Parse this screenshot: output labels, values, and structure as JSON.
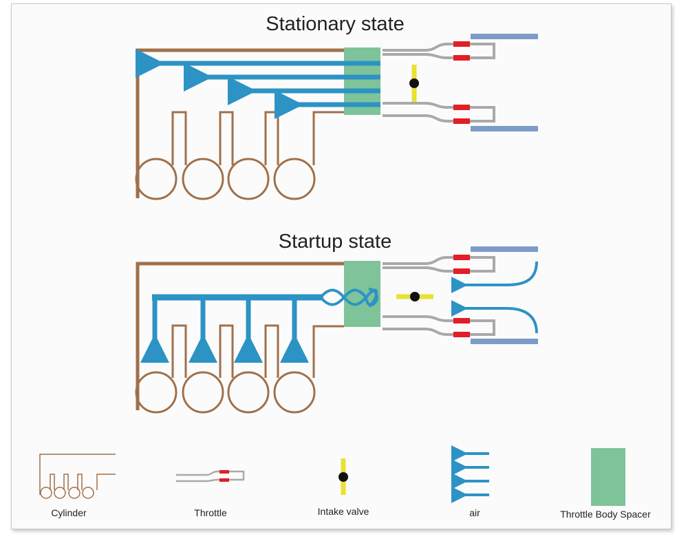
{
  "titles": {
    "stationary": "Stationary state",
    "startup": "Startup state"
  },
  "legend": {
    "cylinder": "Cylinder",
    "throttle": "Throttle",
    "intake_valve": "Intake valve",
    "air": "air",
    "spacer": "Throttle Body Spacer"
  },
  "colors": {
    "cylinder": "#a0704a",
    "air": "#2c93c4",
    "spacer": "#7ec39a",
    "throttle_pipe": "#a9a9a9",
    "throttle_seal": "#e21e26",
    "valve": "#e9e133",
    "valve_pivot": "#111111",
    "body_plate": "#7d9bc9"
  },
  "icons": [
    "cylinder-icon",
    "throttle-icon",
    "intake-valve-icon",
    "air-arrows-icon",
    "spacer-icon"
  ]
}
